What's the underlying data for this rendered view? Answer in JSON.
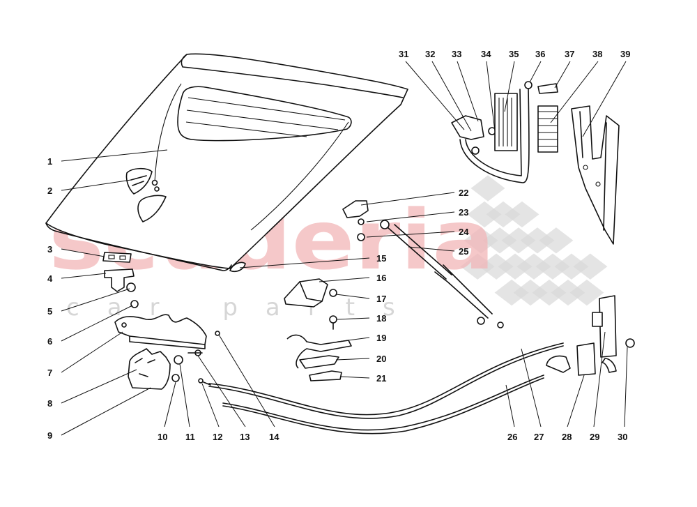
{
  "watermark": {
    "brand": "scuderia",
    "sub": "car parts",
    "accent_color": "#f2b6b8",
    "checker_color": "#d9d9d9"
  },
  "callouts": [
    {
      "id": "1",
      "label": "1"
    },
    {
      "id": "2",
      "label": "2"
    },
    {
      "id": "3",
      "label": "3"
    },
    {
      "id": "4",
      "label": "4"
    },
    {
      "id": "5",
      "label": "5"
    },
    {
      "id": "6",
      "label": "6"
    },
    {
      "id": "7",
      "label": "7"
    },
    {
      "id": "8",
      "label": "8"
    },
    {
      "id": "9",
      "label": "9"
    },
    {
      "id": "10",
      "label": "10"
    },
    {
      "id": "11",
      "label": "11"
    },
    {
      "id": "12",
      "label": "12"
    },
    {
      "id": "13",
      "label": "13"
    },
    {
      "id": "14",
      "label": "14"
    },
    {
      "id": "15",
      "label": "15"
    },
    {
      "id": "16",
      "label": "16"
    },
    {
      "id": "17",
      "label": "17"
    },
    {
      "id": "18",
      "label": "18"
    },
    {
      "id": "19",
      "label": "19"
    },
    {
      "id": "20",
      "label": "20"
    },
    {
      "id": "21",
      "label": "21"
    },
    {
      "id": "22",
      "label": "22"
    },
    {
      "id": "23",
      "label": "23"
    },
    {
      "id": "24",
      "label": "24"
    },
    {
      "id": "25",
      "label": "25"
    },
    {
      "id": "26",
      "label": "26"
    },
    {
      "id": "27",
      "label": "27"
    },
    {
      "id": "28",
      "label": "28"
    },
    {
      "id": "29",
      "label": "29"
    },
    {
      "id": "30",
      "label": "30"
    },
    {
      "id": "31",
      "label": "31"
    },
    {
      "id": "32",
      "label": "32"
    },
    {
      "id": "33",
      "label": "33"
    },
    {
      "id": "34",
      "label": "34"
    },
    {
      "id": "35",
      "label": "35"
    },
    {
      "id": "36",
      "label": "36"
    },
    {
      "id": "37",
      "label": "37"
    },
    {
      "id": "38",
      "label": "38"
    },
    {
      "id": "39",
      "label": "39"
    }
  ]
}
